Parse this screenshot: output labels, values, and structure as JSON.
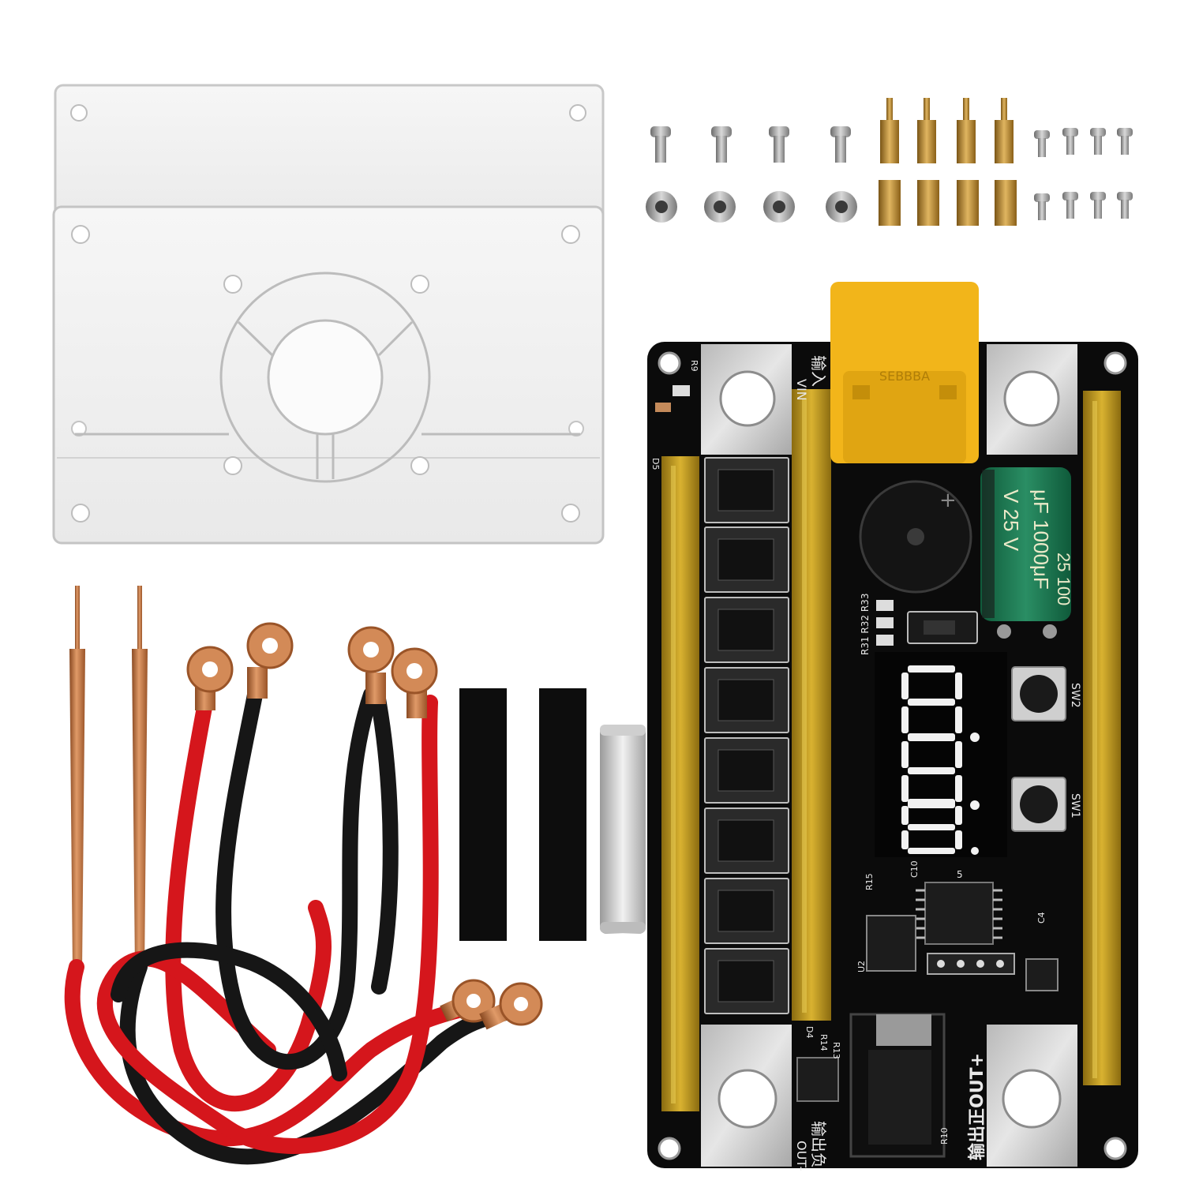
{
  "pcb": {
    "label_input": "输入",
    "label_vin": "VIN",
    "label_out_pos": "输出正OUT+",
    "label_out_neg": "输出负",
    "label_out_neg_en": "OUT-",
    "label_sw1": "SW1",
    "label_sw2": "SW2",
    "label_r9": "R9",
    "label_d5": "D5",
    "label_d4": "D4",
    "label_r31": "R31 R32 R33",
    "label_r15": "R15",
    "label_c10": "C10",
    "label_c4": "C4",
    "label_u2": "U2",
    "label_u5": "5",
    "label_r14": "R14",
    "label_r13": "R13",
    "label_r10": "R10",
    "label_plus": "+",
    "xt_brand": "SEBBBA"
  },
  "capacitor": {
    "line1": "μF 1000μF",
    "line2": "V  25  V",
    "line3": "25  100"
  },
  "display": {
    "digits": [
      "8.",
      "8.",
      "8."
    ]
  },
  "colors": {
    "pcb": "#0b0b0b",
    "gold_strip": "#c9a21a",
    "xt60": "#f2b51a",
    "capacitor": "#1f7a55",
    "copper": "#c97a45",
    "red_wire": "#d5161c",
    "black_wire": "#161616"
  }
}
